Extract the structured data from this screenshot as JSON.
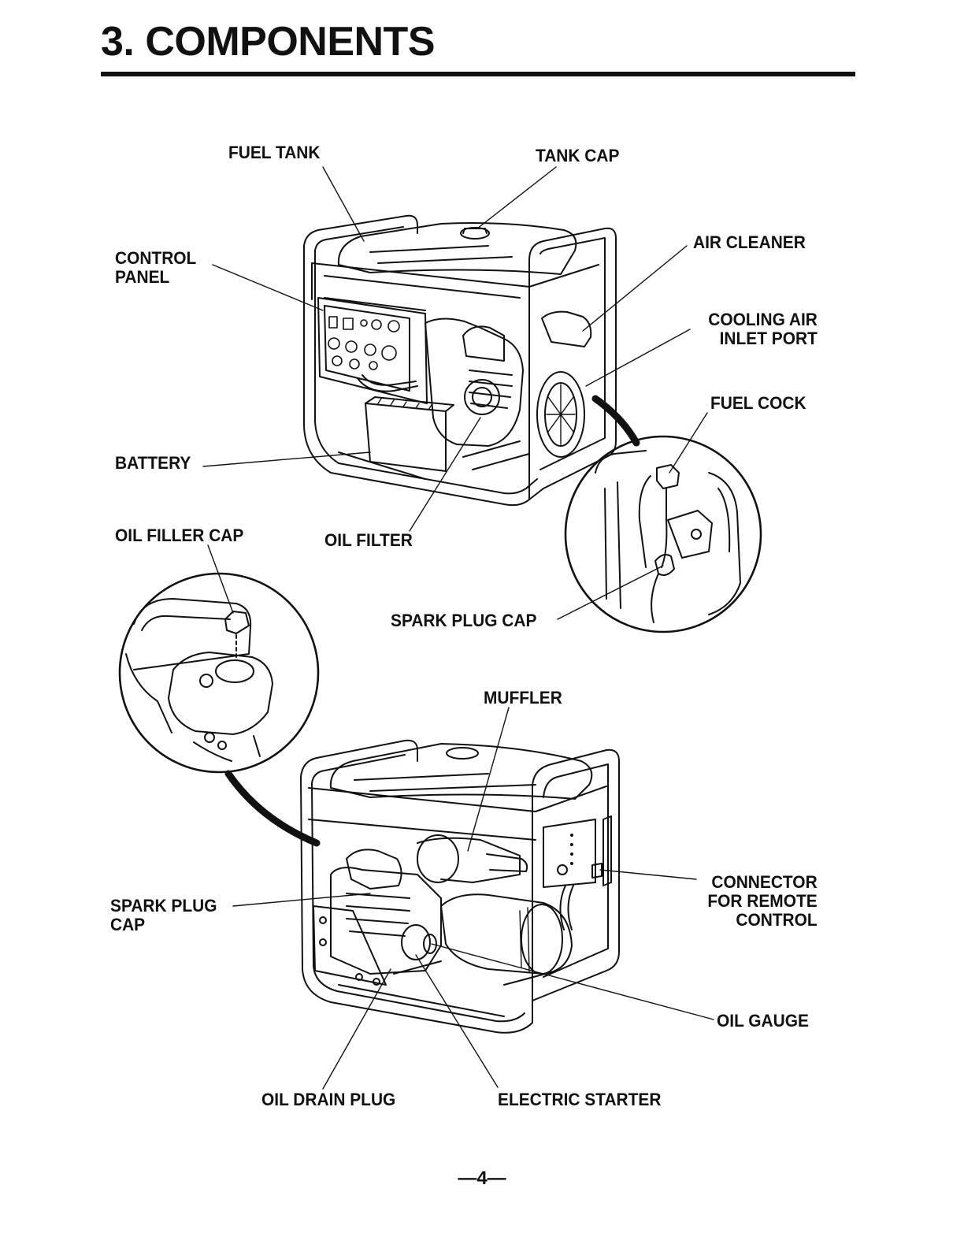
{
  "heading": "3. COMPONENTS",
  "labels": {
    "fuel_tank": "FUEL TANK",
    "tank_cap": "TANK CAP",
    "control_panel": [
      "CONTROL",
      "PANEL"
    ],
    "air_cleaner": "AIR CLEANER",
    "cooling_air_inlet": [
      "COOLING AIR",
      "INLET PORT"
    ],
    "fuel_cock": "FUEL COCK",
    "battery": "BATTERY",
    "oil_filler_cap": "OIL FILLER CAP",
    "oil_filter": "OIL FILTER",
    "spark_plug_cap_top": "SPARK PLUG CAP",
    "muffler": "MUFFLER",
    "spark_plug_cap_bottom": [
      "SPARK PLUG",
      "CAP"
    ],
    "connector_remote": [
      "CONNECTOR",
      "FOR REMOTE",
      "CONTROL"
    ],
    "oil_gauge": "OIL GAUGE",
    "oil_drain_plug": "OIL DRAIN PLUG",
    "electric_starter": "ELECTRIC STARTER"
  },
  "page_number": "—4—"
}
